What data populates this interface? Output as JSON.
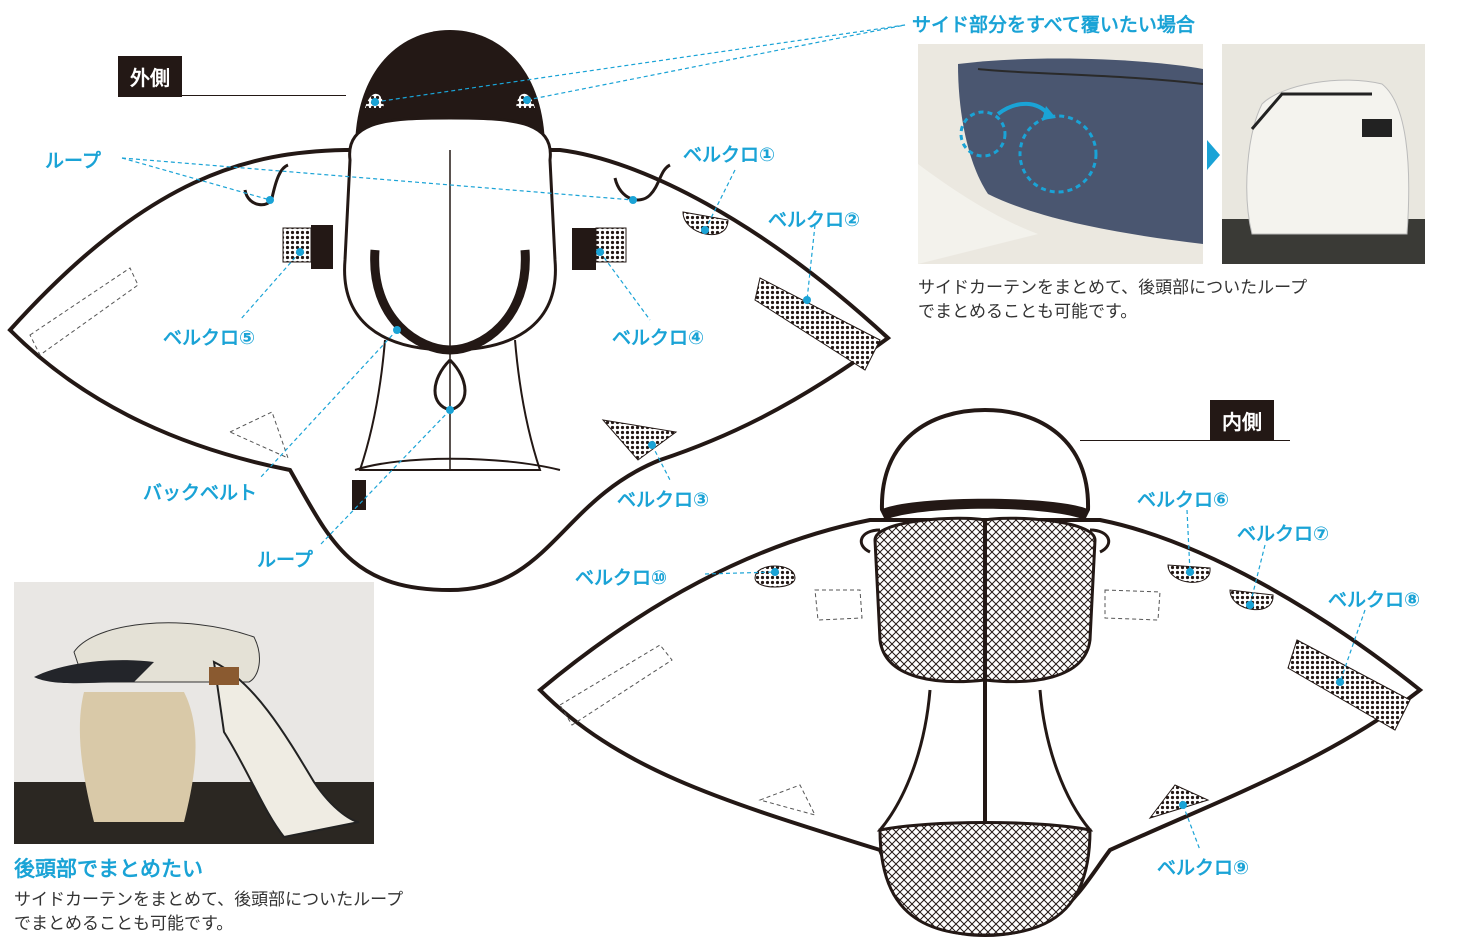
{
  "sections": {
    "outer_tag": "外側",
    "inner_tag": "内側"
  },
  "side_cover": {
    "title": "サイド部分をすべて覆いたい場合",
    "caption_line1": "サイドカーテンをまとめて、後頭部についたループ",
    "caption_line2": "でまとめることも可能です。"
  },
  "back_bundle": {
    "title": "後頭部でまとめたい",
    "caption_line1": "サイドカーテンをまとめて、後頭部についたループ",
    "caption_line2": "でまとめることも可能です。"
  },
  "outer_labels": {
    "loop_top": "ループ",
    "velcro1": "ベルクロ①",
    "velcro2": "ベルクロ②",
    "velcro3": "ベルクロ③",
    "velcro4": "ベルクロ④",
    "velcro5": "ベルクロ⑤",
    "back_belt": "バックベルト",
    "loop_bottom": "ループ"
  },
  "inner_labels": {
    "velcro6": "ベルクロ⑥",
    "velcro7": "ベルクロ⑦",
    "velcro8": "ベルクロ⑧",
    "velcro9": "ベルクロ⑨",
    "velcro10": "ベルクロ⑩"
  },
  "colors": {
    "accent": "#1aa3d6",
    "ink": "#231815"
  }
}
